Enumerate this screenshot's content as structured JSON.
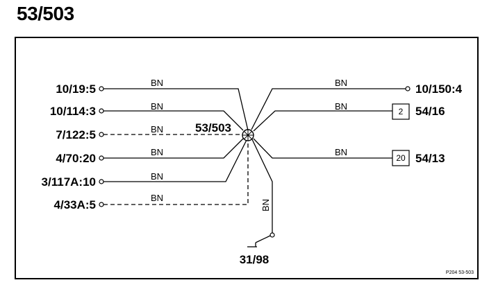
{
  "title": "53/503",
  "splice": {
    "label": "53/503"
  },
  "left_connections": [
    {
      "label": "10/19:5",
      "wire": "BN",
      "style": "solid"
    },
    {
      "label": "10/114:3",
      "wire": "BN",
      "style": "solid"
    },
    {
      "label": "7/122:5",
      "wire": "BN",
      "style": "dashed"
    },
    {
      "label": "4/70:20",
      "wire": "BN",
      "style": "solid"
    },
    {
      "label": "3/117A:10",
      "wire": "BN",
      "style": "solid"
    },
    {
      "label": "4/33A:5",
      "wire": "BN",
      "style": "dashed"
    }
  ],
  "right_connections": [
    {
      "label": "10/150:4",
      "wire": "BN",
      "terminal": ""
    },
    {
      "label": "54/16",
      "wire": "BN",
      "terminal": "2"
    },
    {
      "label": "54/13",
      "wire": "BN",
      "terminal": "20"
    }
  ],
  "ground": {
    "label": "31/98",
    "wire": "BN"
  },
  "reference": "P204 53-503"
}
